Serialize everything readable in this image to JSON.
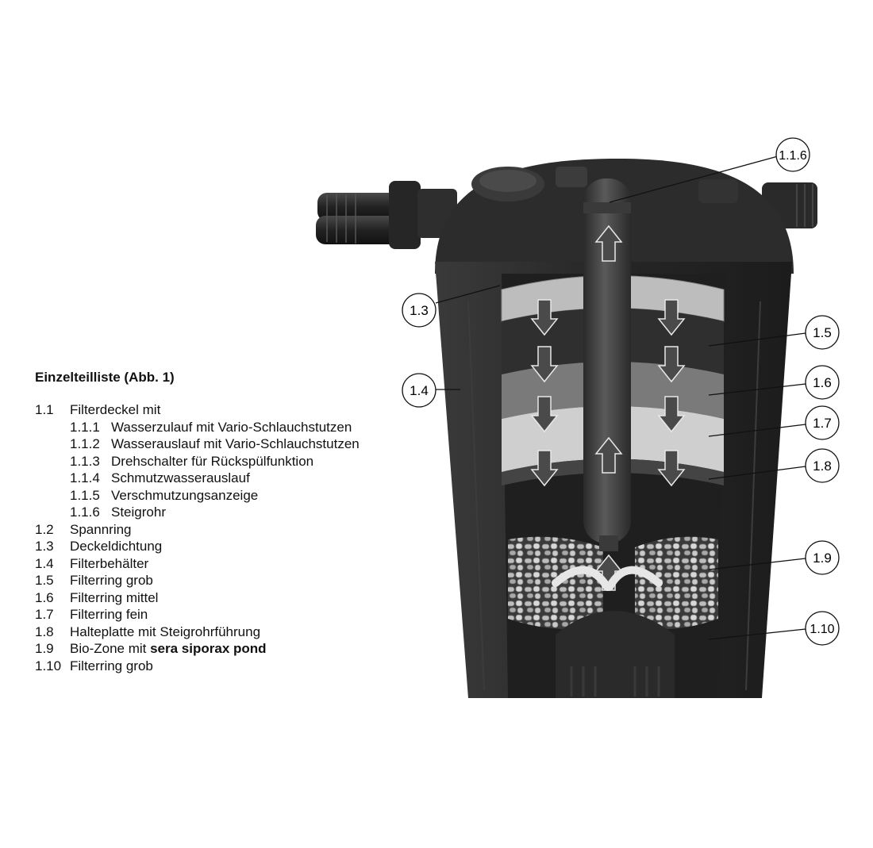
{
  "parts_list": {
    "title": "Einzelteilliste (Abb. 1)",
    "items": [
      {
        "num": "1.1",
        "label": "Filterdeckel mit",
        "sub": false
      },
      {
        "num": "1.1.1",
        "label": "Wasserzulauf mit Vario-Schlauchstutzen",
        "sub": true
      },
      {
        "num": "1.1.2",
        "label": "Wasserauslauf mit Vario-Schlauchstutzen",
        "sub": true
      },
      {
        "num": "1.1.3",
        "label": "Drehschalter für Rückspülfunktion",
        "sub": true
      },
      {
        "num": "1.1.4",
        "label": "Schmutzwasserauslauf",
        "sub": true
      },
      {
        "num": "1.1.5",
        "label": "Verschmutzungsanzeige",
        "sub": true
      },
      {
        "num": "1.1.6",
        "label": "Steigrohr",
        "sub": true
      },
      {
        "num": "1.2",
        "label": "Spannring",
        "sub": false
      },
      {
        "num": "1.3",
        "label": "Deckeldichtung",
        "sub": false
      },
      {
        "num": "1.4",
        "label": "Filterbehälter",
        "sub": false
      },
      {
        "num": "1.5",
        "label": "Filterring grob",
        "sub": false
      },
      {
        "num": "1.6",
        "label": "Filterring mittel",
        "sub": false
      },
      {
        "num": "1.7",
        "label": "Filterring fein",
        "sub": false
      },
      {
        "num": "1.8",
        "label": "Halteplatte mit Steigrohrführung",
        "sub": false
      },
      {
        "num": "1.9",
        "label": "Bio-Zone mit ",
        "bold": "sera siporax pond",
        "sub": false
      },
      {
        "num": "1.10",
        "label": "Filterring grob",
        "sub": false
      }
    ]
  },
  "callouts": [
    {
      "id": "c116",
      "label": "1.1.6"
    },
    {
      "id": "c13",
      "label": "1.3"
    },
    {
      "id": "c14",
      "label": "1.4"
    },
    {
      "id": "c15",
      "label": "1.5"
    },
    {
      "id": "c16",
      "label": "1.6"
    },
    {
      "id": "c17",
      "label": "1.7"
    },
    {
      "id": "c18",
      "label": "1.8"
    },
    {
      "id": "c19",
      "label": "1.9"
    },
    {
      "id": "c110",
      "label": "1.10"
    }
  ],
  "colors": {
    "body": "#2b2b2b",
    "body_dark": "#1a1a1a",
    "ring_coarse": "#2f2f2f",
    "ring_medium": "#7a7a7a",
    "ring_fine": "#cfcfcf",
    "arrow": "#4a4a4a",
    "callout_line": "#111111"
  }
}
